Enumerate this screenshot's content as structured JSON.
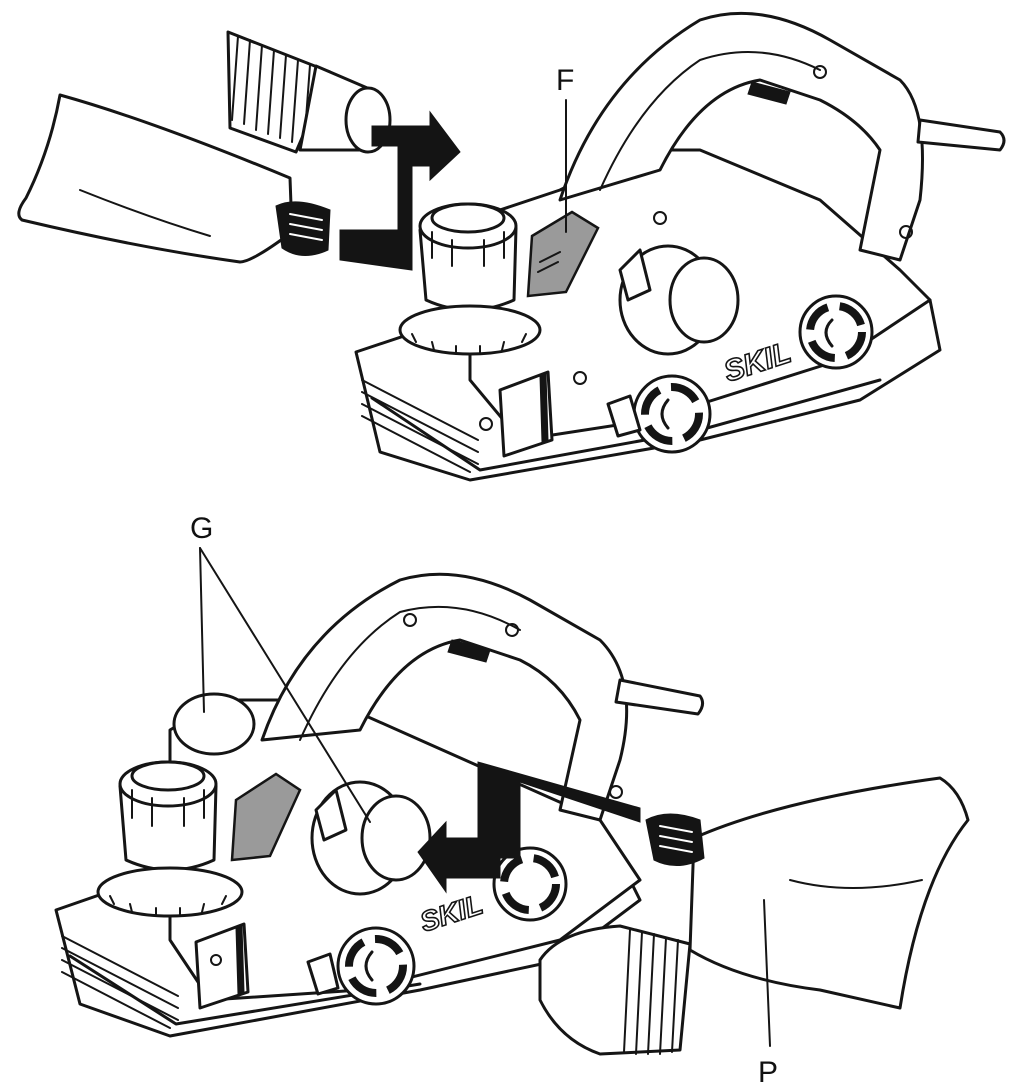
{
  "colors": {
    "ink": "#151515",
    "paper": "#ffffff",
    "shade": "#9a9a9a"
  },
  "callouts": {
    "top": {
      "F": "F"
    },
    "bottom": {
      "G": "G",
      "P": "P"
    }
  },
  "brand": {
    "logo": "SKIL"
  }
}
